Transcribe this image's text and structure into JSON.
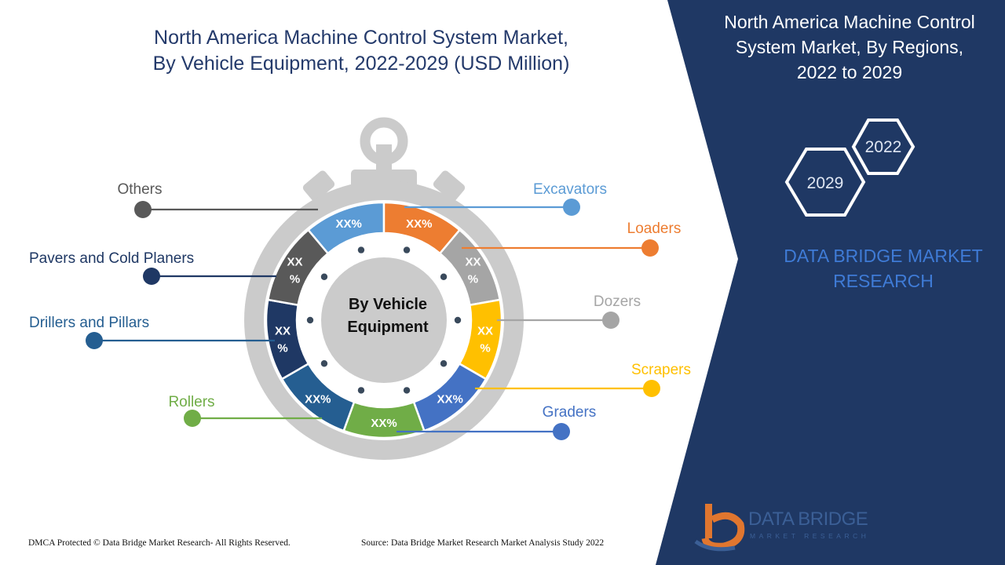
{
  "title": "North America Machine Control System Market, By Vehicle Equipment, 2022-2029 (USD Million)",
  "title_lines": [
    "North America Machine Control System Market,",
    "By Vehicle Equipment, 2022-2029 (USD Million)"
  ],
  "right_panel": {
    "title_lines": [
      "North America Machine Control",
      "System Market, By Regions,",
      "2022 to 2029"
    ],
    "hex_labels": [
      "2022",
      "2029"
    ],
    "brand_lines": [
      "DATA BRIDGE MARKET",
      "RESEARCH"
    ]
  },
  "footer": {
    "copyright": "DMCA Protected © Data Bridge Market Research- All Rights Reserved.",
    "source": "Source: Data Bridge Market Research Market Analysis Study 2022"
  },
  "logo": {
    "name": "DATA BRIDGE",
    "tagline": "MARKET RESEARCH"
  },
  "colors": {
    "panel": "#1f3864",
    "title": "#243a6b",
    "ring_bg": "#cbcbcb",
    "dial_dots": "#3a4a5c"
  },
  "chart_data": {
    "type": "pie",
    "variant": "donut",
    "center_label_lines": [
      "By Vehicle",
      "Equipment"
    ],
    "segments": [
      {
        "name": "Excavators",
        "label": "XX%",
        "color": "#5b9bd5"
      },
      {
        "name": "Loaders",
        "label": "XX%",
        "color": "#ed7d31"
      },
      {
        "name": "Dozers",
        "label": "XX%",
        "color": "#a5a5a5"
      },
      {
        "name": "Scrapers",
        "label": "XX%",
        "color": "#ffc000"
      },
      {
        "name": "Graders",
        "label": "XX%",
        "color": "#4472c4"
      },
      {
        "name": "Rollers",
        "label": "XX%",
        "color": "#70ad47"
      },
      {
        "name": "Drillers and Pillars",
        "label": "XX%",
        "color": "#255e91"
      },
      {
        "name": "Pavers and Cold Planers",
        "label": "XX%",
        "color": "#1f3864"
      },
      {
        "name": "Others",
        "label": "XX%",
        "color": "#595959"
      }
    ]
  }
}
